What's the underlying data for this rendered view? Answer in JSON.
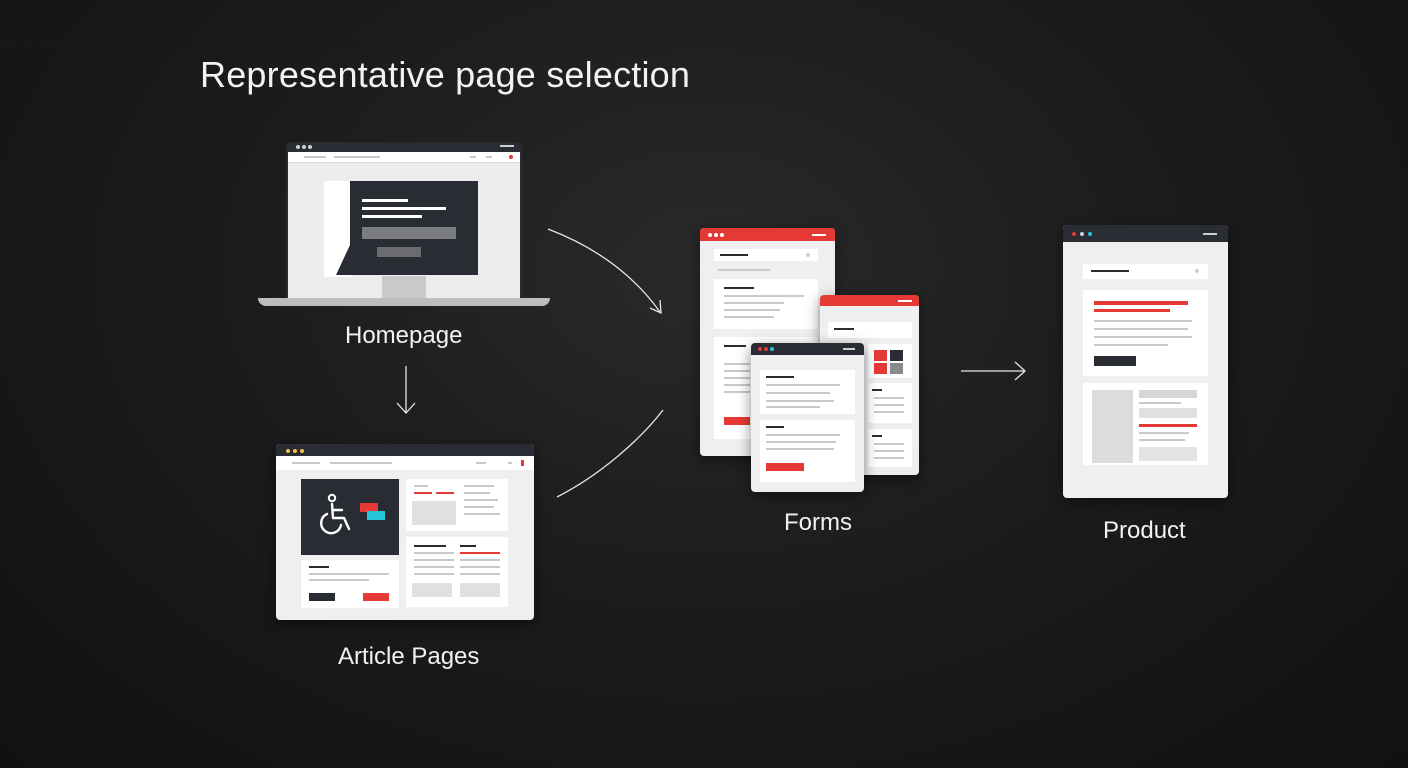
{
  "alt_text": "Diagram showing representative page selection: homepage, forms, articles, product pages",
  "title": "Representative page selection",
  "nodes": {
    "homepage": "Homepage",
    "article_pages": "Article Pages",
    "forms": "Forms",
    "product": "Product"
  },
  "colors": {
    "background": "#1a1a1a",
    "accent_red": "#e53935",
    "accent_teal": "#26c6da",
    "dark_panel": "#2a2c33",
    "window_bg": "#efefef"
  },
  "icons": [
    "accessibility-icon"
  ]
}
